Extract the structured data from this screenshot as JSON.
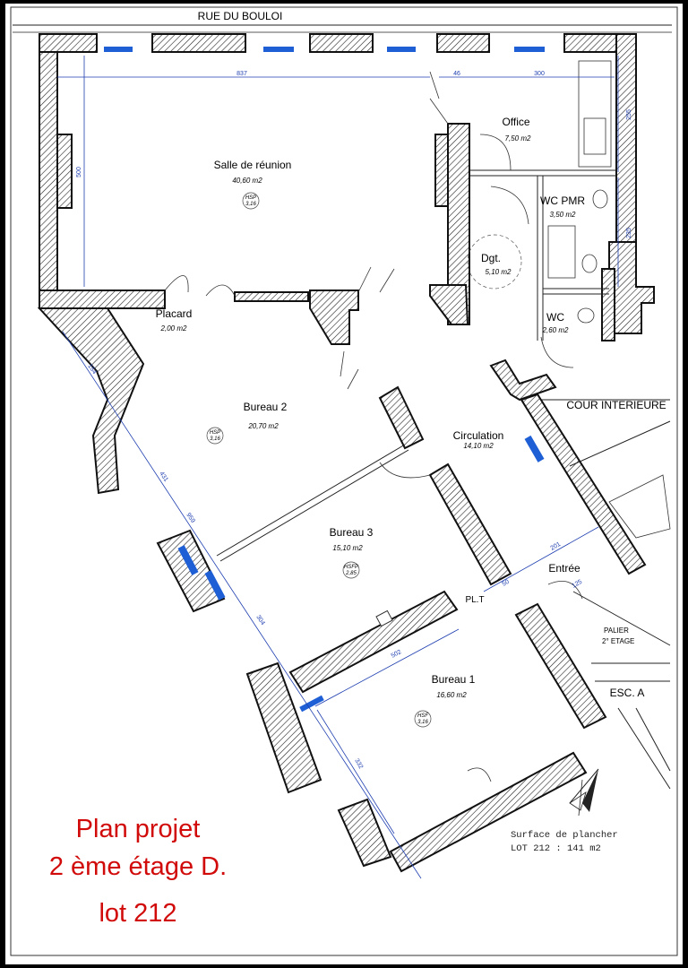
{
  "street": "RUE DU BOULOI",
  "rooms": {
    "salle": {
      "name": "Salle de réunion",
      "area": "40,60  m2",
      "hsp": "HSP",
      "height": "3,16"
    },
    "office": {
      "name": "Office",
      "area": "7,50  m2"
    },
    "wcpmr": {
      "name": "WC PMR",
      "area": "3,50  m2"
    },
    "dgt": {
      "name": "Dgt.",
      "area": "5,10  m2"
    },
    "wc": {
      "name": "WC",
      "area": "2,60  m2"
    },
    "placard": {
      "name": "Placard",
      "area": "2,00  m2"
    },
    "bureau2": {
      "name": "Bureau 2",
      "area": "20,70  m2",
      "hsp": "HSP",
      "height": "3,16"
    },
    "circulation": {
      "name": "Circulation",
      "area": "14,10  m2"
    },
    "bureau3": {
      "name": "Bureau 3",
      "area": "15,10  m2",
      "hsp": "HSFP",
      "height": "2,85"
    },
    "entree": {
      "name": "Entrée"
    },
    "plt": {
      "name": "PL.T"
    },
    "bureau1": {
      "name": "Bureau 1",
      "area": "16,60  m2",
      "hsp": "HSF",
      "height": "3,16"
    }
  },
  "labels": {
    "cour": "COUR INTERIEURE",
    "palier_l1": "PALIER",
    "palier_l2": "2° ETAGE",
    "esc": "ESC. A"
  },
  "dimensions": {
    "d837": "837",
    "d46": "46",
    "d300": "300",
    "d500": "500",
    "d255": "255",
    "d235": "235",
    "d154": "154",
    "d431": "431",
    "d959": "959",
    "d304": "304",
    "d201": "201",
    "d50": "50",
    "d125": "125",
    "d502": "502",
    "d332": "332"
  },
  "surface": {
    "line1": "Surface de plancher",
    "line2": "LOT 212 : 141 m2"
  },
  "title": {
    "line1": "Plan projet",
    "line2": "2 ème étage D.",
    "line3": "lot 212"
  },
  "colors": {
    "background": "#000000",
    "sheet": "#ffffff",
    "dimension": "#1f3fb0",
    "window": "#1e5fd6",
    "title": "#d10a0a"
  }
}
